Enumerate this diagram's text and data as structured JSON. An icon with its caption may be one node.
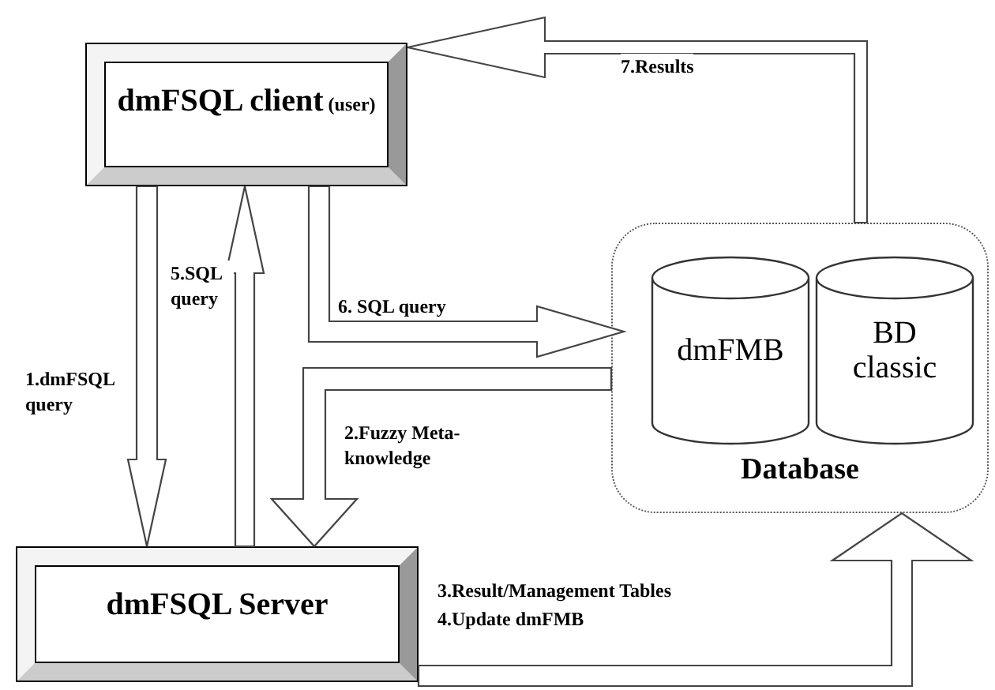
{
  "diagram": {
    "nodes": [
      {
        "text": [
          "dmFSQL client",
          "(user)"
        ]
      },
      {
        "text": [
          "dmFSQL Server"
        ]
      },
      {
        "text": [
          "Database"
        ]
      },
      {
        "text": [
          "dmFMB"
        ],
        "in": 2
      },
      {
        "text": [
          "BD classic"
        ],
        "in": 2
      }
    ],
    "edges": [
      {
        "from": 0,
        "to": 1,
        "arrow": "to",
        "label": "1.dmFSQL query"
      },
      {
        "from": 1,
        "to": 0,
        "arrow": "to",
        "label": "5.SQL query"
      },
      {
        "from": 0,
        "to": 2,
        "arrow": "to",
        "label": "6. SQL query"
      },
      {
        "from": 2,
        "to": 1,
        "arrow": "to",
        "label": "2.Fuzzy Meta-knowledge"
      },
      {
        "from": 1,
        "to": 2,
        "arrow": "to",
        "label": "3.Result/Management Tables"
      },
      {
        "from": 2,
        "to": 0,
        "arrow": "to",
        "label": "7.Results"
      }
    ],
    "labels": [
      "4.Update dmFMB"
    ]
  }
}
